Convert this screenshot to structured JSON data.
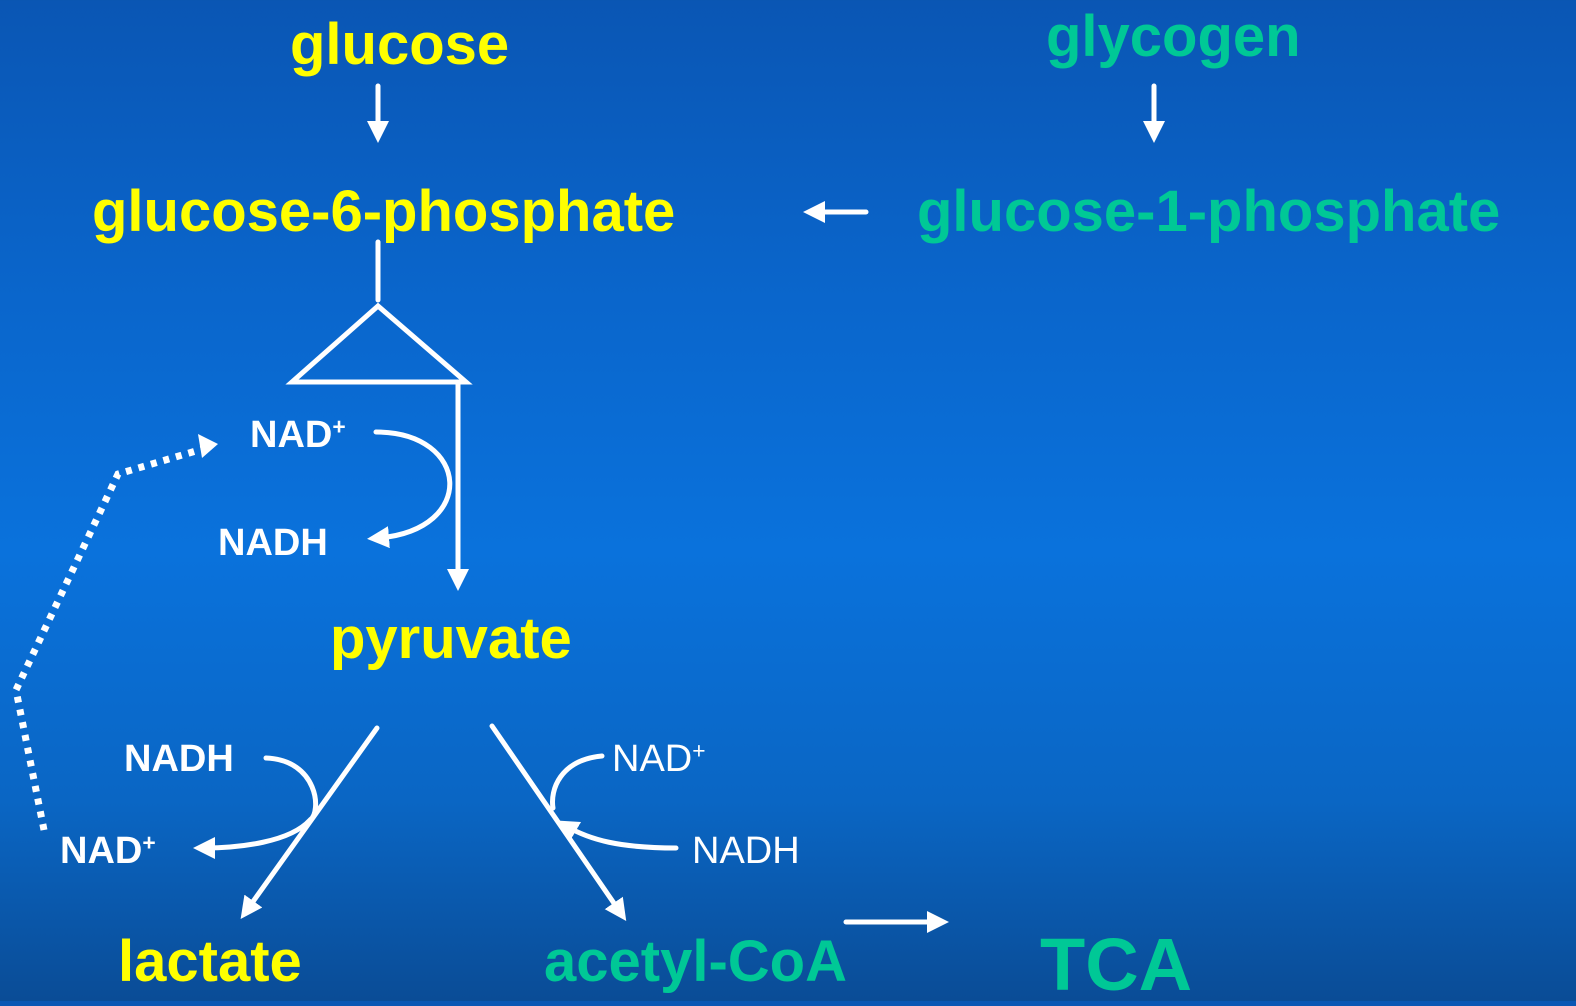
{
  "nodes": {
    "glucose": "glucose",
    "glycogen": "glycogen",
    "glucose_6_phosphate": "glucose-6-phosphate",
    "glucose_1_phosphate": "glucose-1-phosphate",
    "pyruvate": "pyruvate",
    "lactate": "lactate",
    "acetyl_coa": "acetyl-CoA",
    "tca": "TCA"
  },
  "cofactors": {
    "glycolysis_in": "NAD",
    "glycolysis_in_sup": "+",
    "glycolysis_out": "NADH",
    "lactate_in": "NADH",
    "lactate_out": "NAD",
    "lactate_out_sup": "+",
    "pdh_in": "NAD",
    "pdh_in_sup": "+",
    "pdh_out": "NADH"
  },
  "colors": {
    "background": "#0a66cc",
    "glycolysis": "#ffff00",
    "oxidative": "#00c896",
    "arrows": "#ffffff"
  }
}
